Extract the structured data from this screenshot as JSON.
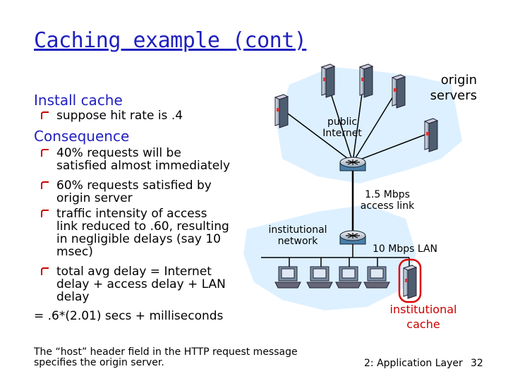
{
  "title": "Caching example (cont)",
  "left": {
    "heading1": "Install cache",
    "bullet1": "suppose hit rate is .4",
    "heading2": "Consequence",
    "bullets": [
      [
        "40% requests will be",
        "satisfied almost immediately"
      ],
      [
        "60% requests satisfied by",
        "origin server"
      ],
      [
        "traffic intensity of access",
        "link reduced to .60, resulting",
        "in negligible  delays (say 10",
        "msec)"
      ],
      [
        "total avg delay   = Internet",
        "delay + access delay + LAN",
        "delay"
      ]
    ],
    "result": "= .6*(2.01) secs  + milliseconds"
  },
  "footnote": {
    "line1": "The “host” header field in the HTTP request message",
    "line2": "specifies the origin server."
  },
  "diagram": {
    "origin_servers_line1": "origin",
    "origin_servers_line2": "servers",
    "public_internet_line1": "public",
    "public_internet_line2": "Internet",
    "access_link_line1": "1.5 Mbps",
    "access_link_line2": "access link",
    "institutional_network_line1": "institutional",
    "institutional_network_line2": "network",
    "lan": "10 Mbps LAN",
    "cache_line1": "institutional",
    "cache_line2": "cache",
    "colors": {
      "cloud": "#ddf0ff",
      "cache_highlight": "#dd0000",
      "router": "#4a7fa8",
      "text_red": "#cc0000"
    },
    "icons": [
      "server-icon",
      "router-icon",
      "pc-icon",
      "cache-server-icon"
    ]
  },
  "footer": {
    "chapter": "2: Application Layer",
    "page": "32"
  }
}
